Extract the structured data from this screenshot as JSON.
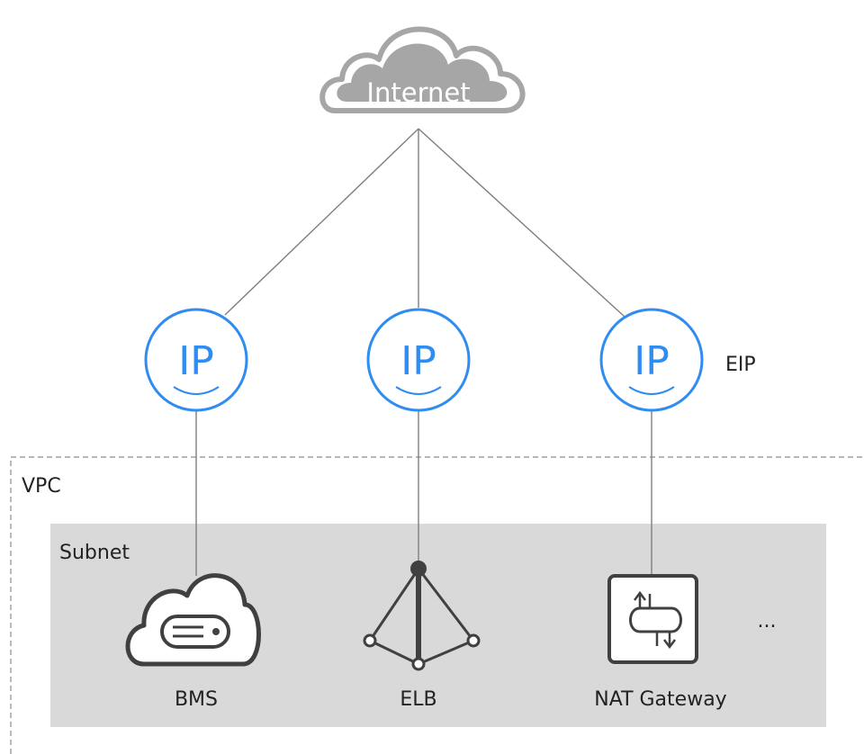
{
  "internet": {
    "label": "Internet"
  },
  "eip": {
    "label": "EIP",
    "badges": [
      {
        "text": "IP"
      },
      {
        "text": "IP"
      },
      {
        "text": "IP"
      }
    ]
  },
  "vpc": {
    "label": "VPC"
  },
  "subnet": {
    "label": "Subnet"
  },
  "resources": [
    {
      "label": "BMS",
      "icon": "bms-icon"
    },
    {
      "label": "ELB",
      "icon": "elb-icon"
    },
    {
      "label": "NAT Gateway",
      "icon": "nat-gateway-icon"
    }
  ],
  "more": {
    "label": "..."
  },
  "colors": {
    "ip_blue": "#2f8cf0",
    "cloud_gray": "#a6a6a6",
    "subnet_fill": "#d9d9d9",
    "line_gray": "#7f7f7f",
    "icon_dark": "#404040"
  }
}
